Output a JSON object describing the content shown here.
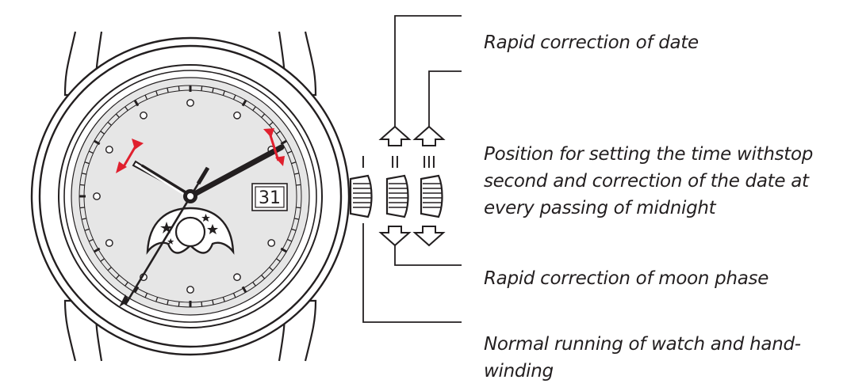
{
  "watch": {
    "date_window": "31"
  },
  "crown_positions": [
    {
      "numeral": "I"
    },
    {
      "numeral": "II"
    },
    {
      "numeral": "III"
    }
  ],
  "labels": {
    "rapid_date": "Rapid correction of date",
    "set_time": "Position for setting the time withstop second and correction of the date at every passing of midnight",
    "rapid_moon": "Rapid correction of moon phase",
    "normal_running": "Normal running of watch and hand-winding"
  },
  "colors": {
    "ink": "#231f20",
    "dial": "#e6e6e6",
    "adjust_arrows": "#e0202e"
  }
}
